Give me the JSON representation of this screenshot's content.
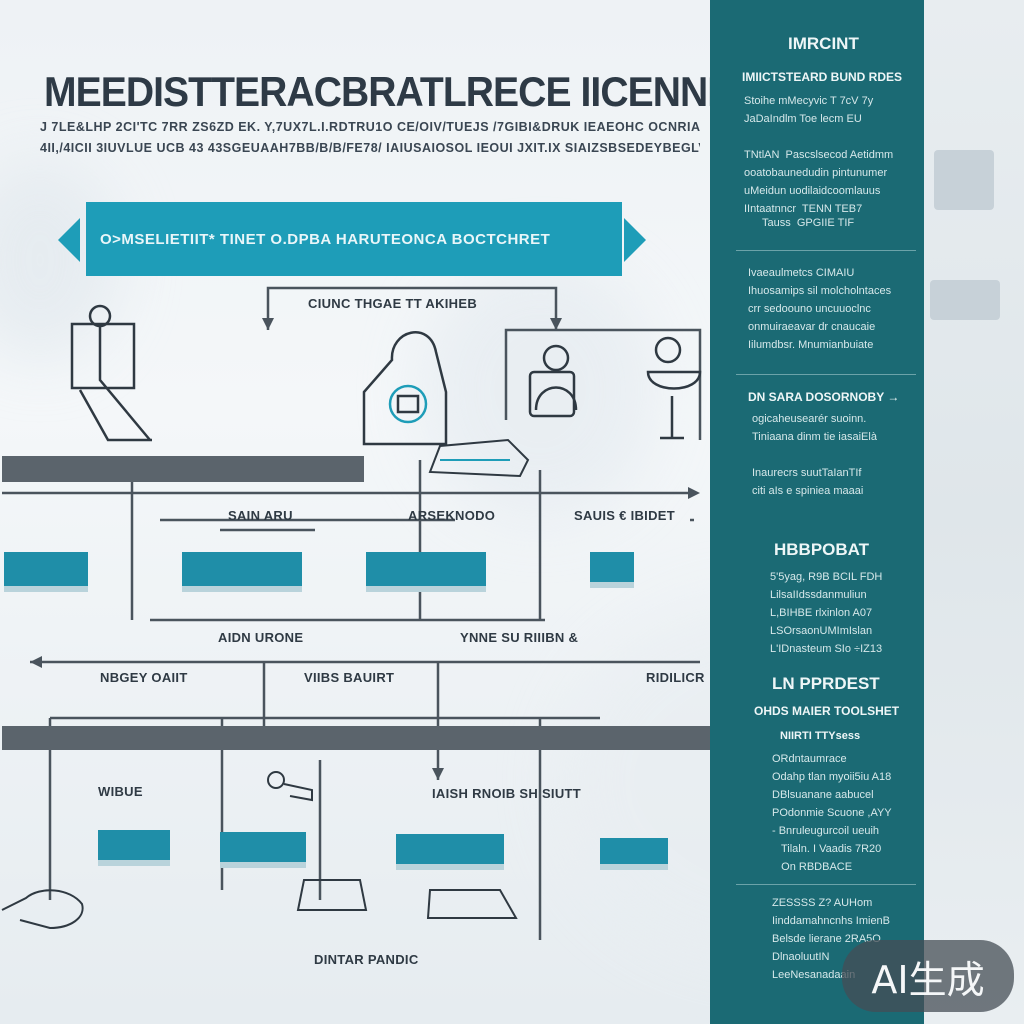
{
  "header": {
    "title": "MEEDISTTERACBRATLRECE IICENNE",
    "subtitle_1": "J 7LE&LHP 2CI'TC 7RR ZS6ZD EK. Y,7UX7L.I.RDTRU1O CE/OIV/TUEJS /7GIBI&DRUK IEAEOHC OCNRIAE EGO",
    "subtitle_2": "4II,/4ICII 3IUVLUE UCB 43 43SGEUAAH7BB/B/B/FE78/ IAIUSAIOSOL IEOUI JXIT.IX SIAIZSBSEDEYBEGLVEISSAIE."
  },
  "banner": {
    "text": "O>MSELIETIIT* TINET O.DPBA HARUTEONCA BOCTCHRET"
  },
  "diagram": {
    "top_label": "CIUNC THGAE TT AKIHEB",
    "row1_labels": [
      "SAIN ARU",
      "ARSEKNODO",
      "SAUIS € IBIDET"
    ],
    "mid_label_1": "AIDN URONE",
    "mid_label_2": "YNNE SU RIIIBN &",
    "row2_labels": [
      "NBGEY OAIIT",
      "VIIBS BAUIRT",
      "RIDILICR"
    ],
    "row3_label_left": "WIBUE",
    "row3_label_mid": "IAISH RNOIB SH SIUTT",
    "bottom_label": "DINTAR PANDIC"
  },
  "sidebar": {
    "heading_1": "IMRCINT",
    "sub_1": "IMIICTSTEARD  BUND RDES",
    "text_1": "Stoihe mMecyvic T 7cV 7y\nJaDaIndlm Toe lecm EU\n\nTNtlAN  Pascslsecod Aetidmm\nooatobaunedudin pintunumer\nuMeidun uodilaidcoomlauus\nIIntaatnncr  TENN TEB7",
    "text_1b": "Tauss  GPGIIE TIF",
    "text_2": "Ivaeaulmetcs CIMAIU\nIhuosamips sil molcholntaces\ncrr sedoouno uncuuoclnc\nonmuiraeavar dr cnaucaie\nIilumdbsr. Mnumianbuiate",
    "heading_2": "DN SARA DOSORNOBY →",
    "text_3": "ogicaheusearér suoinn.\nTiniaana dinm tie iasaiElà\n\nInaurecrs suutTaIanTIf\nciti aIs e spiniea maaai",
    "heading_3": "HBBPOBAT",
    "text_4": "5'5yag, R9B BCIL FDH\nLilsaIIdssdanmuliun\nL,BIHBE rlxinlon A07\nLSOrsaonUMImIslan\nL'IDnasteum SIo ÷IZ13",
    "heading_4": "LN PPRDEST",
    "sub_4": "OHDS MAIER TOOLSHET",
    "sub_4b": "NIIRTI  TTYsess",
    "text_5": "ORdntaumrace\nOdahp tlan myoii5iu A18\nDBlsuanane aabucel\nPOdonmie Scuone ,AYY\n- Bnruleugurcoil ueuih\n   Tilaln. I Vaadis 7R20\n   On RBDBACE",
    "text_6": "ZESSSS Z? AUHom\nIinddamahncnhs ImienB\nBelsde lierane 2RA5O\nDlnaoluutIN\nLeeNesanadaain"
  },
  "badge": {
    "text": "AI生成"
  },
  "colors": {
    "teal_dark": "#1b6a74",
    "teal_accent": "#1e9db8",
    "bar_gray": "#5b646c"
  }
}
